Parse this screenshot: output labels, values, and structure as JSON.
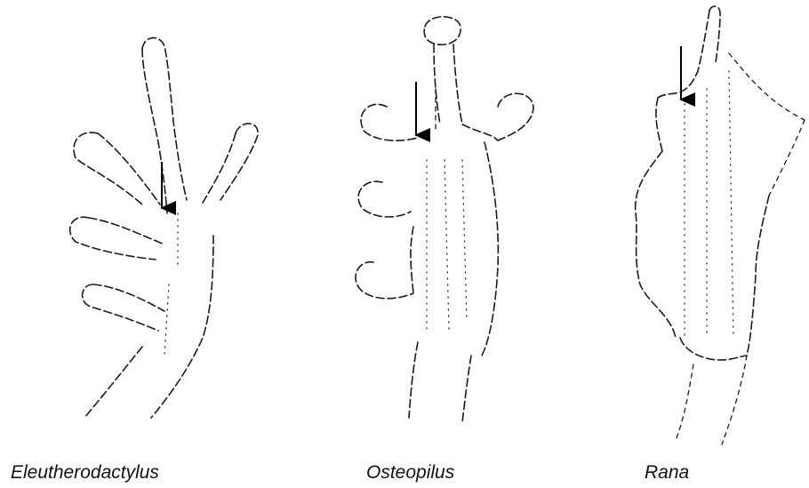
{
  "labels": {
    "left": "Eleutherodactylus",
    "middle": "Osteopilus",
    "right": "Rana"
  }
}
